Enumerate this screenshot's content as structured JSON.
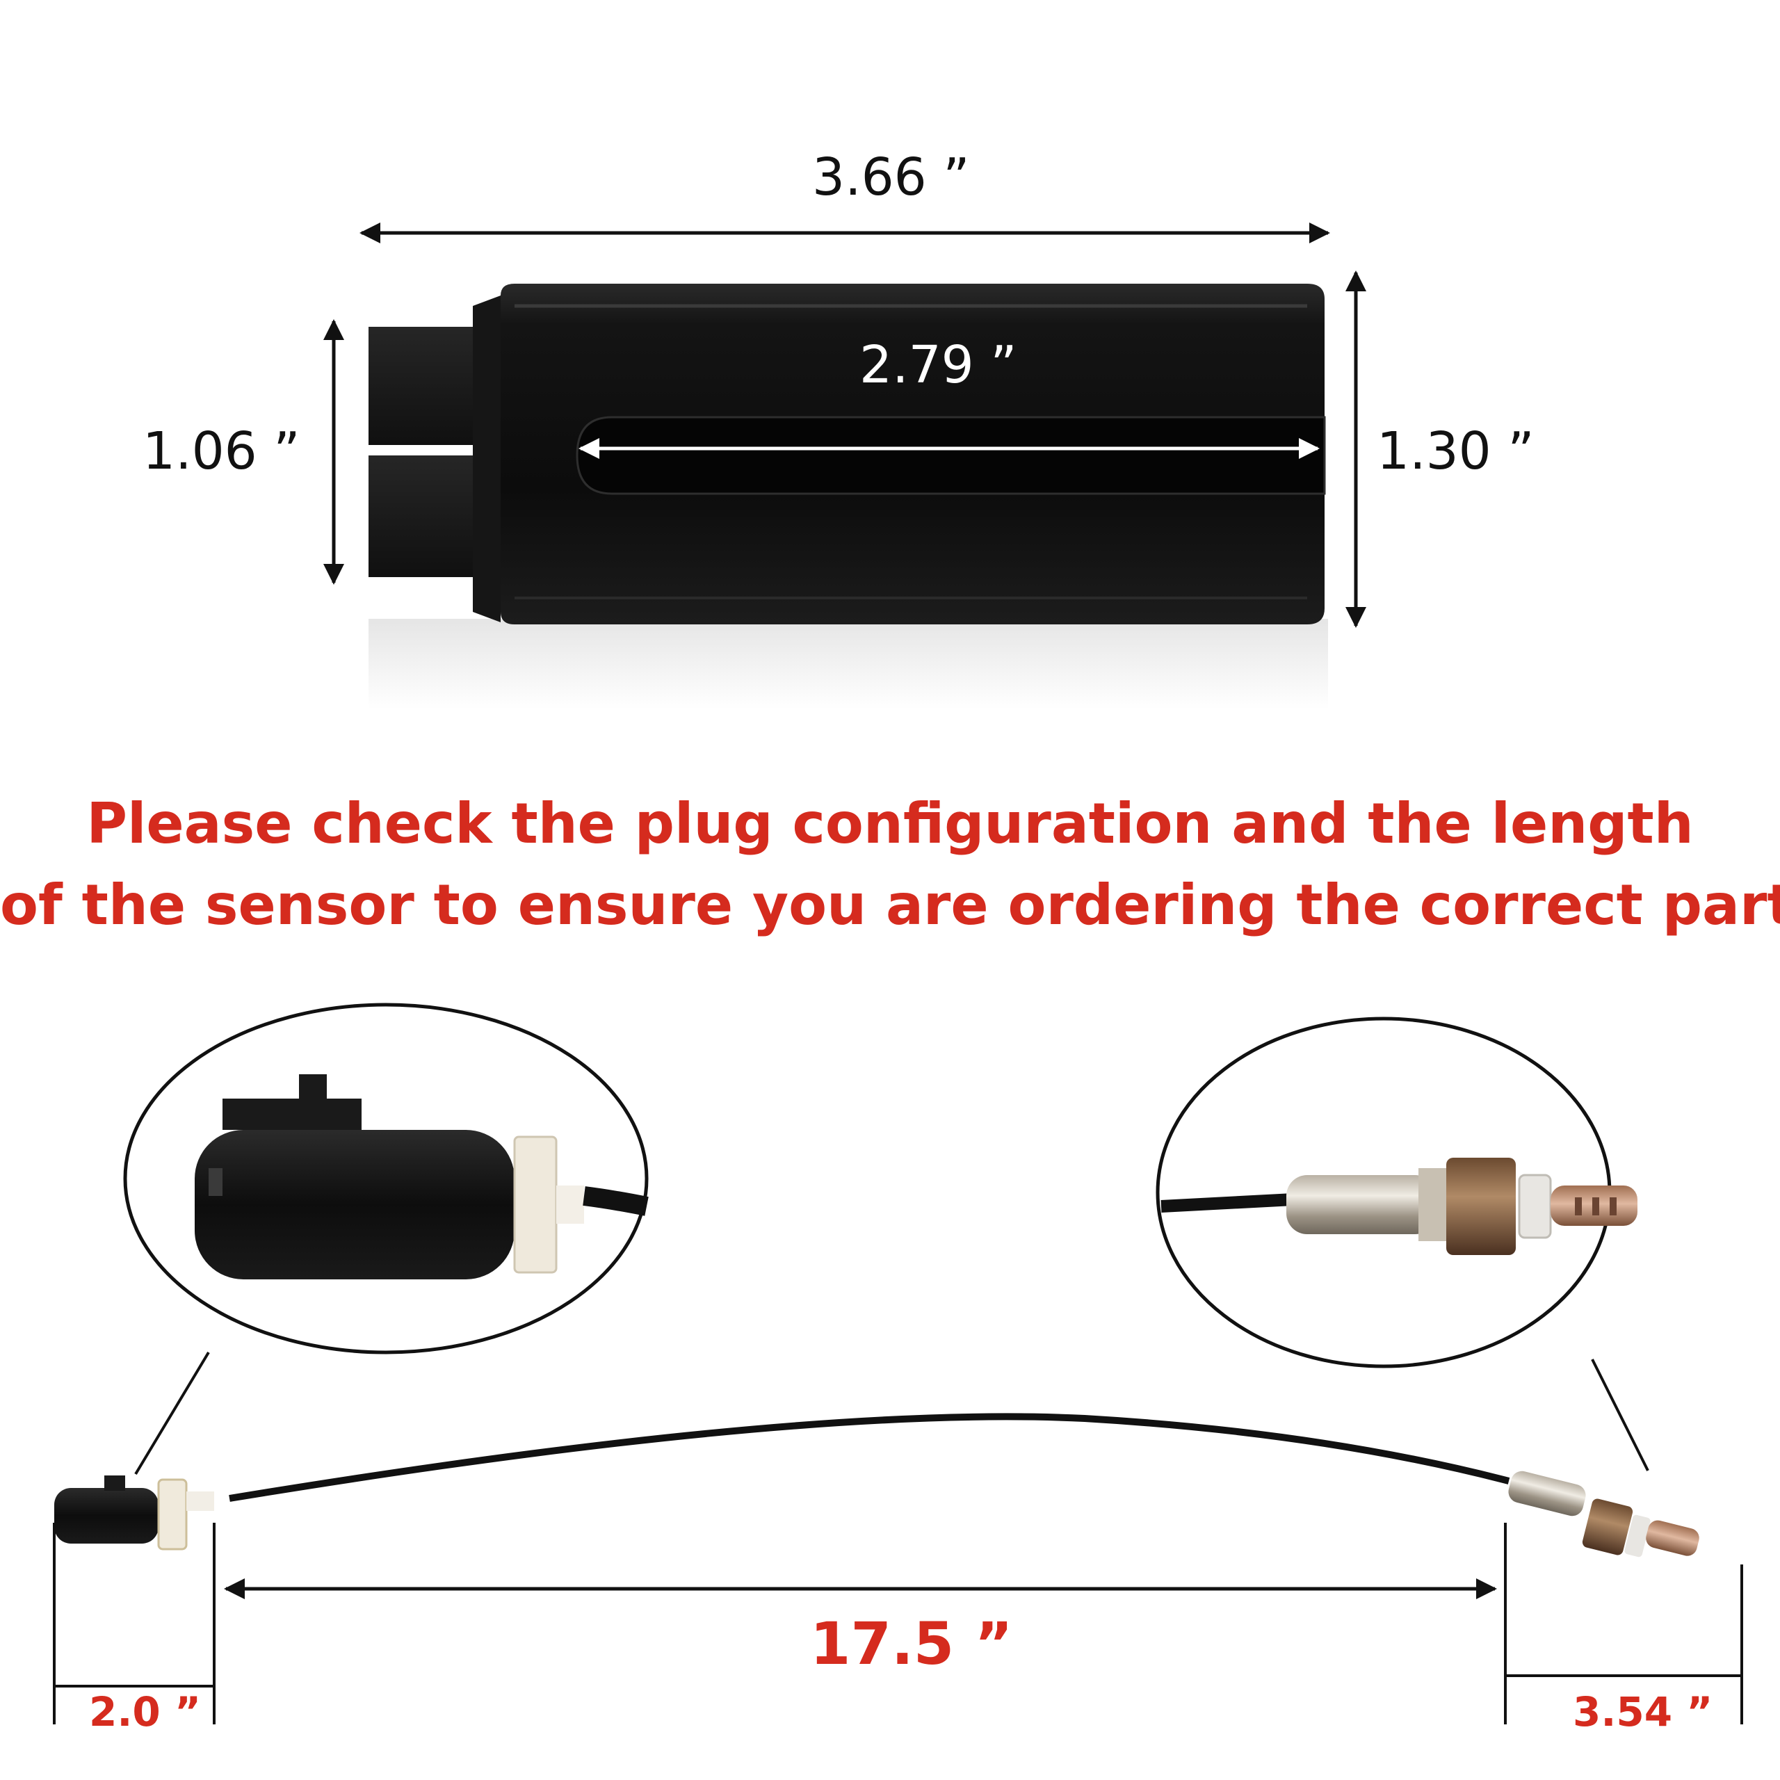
{
  "socket_dims": {
    "length_total": "3.66 ”",
    "slot_length": "2.79 ”",
    "hex_height": "1.06 ”",
    "body_diameter": "1.30 ”"
  },
  "notice": {
    "line1": "Please check the plug configuration and the length",
    "line2": "of the sensor to ensure you are ordering the correct part"
  },
  "sensor_dims": {
    "cable_length": "17.5 ”",
    "plug_length": "2.0 ”",
    "sensor_length": "3.54 ”"
  },
  "colors": {
    "accent_red": "#d52b1e",
    "socket_black": "#111111"
  }
}
